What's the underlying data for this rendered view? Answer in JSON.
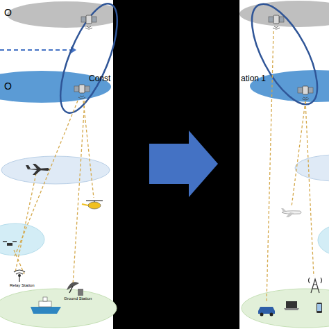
{
  "diagram": {
    "nodes": [
      {
        "text": [
          "O"
        ]
      },
      {
        "text": [
          "O"
        ]
      }
    ],
    "labels": [
      "Const",
      "ation 1",
      "Relay Station",
      "Ground Station"
    ]
  }
}
